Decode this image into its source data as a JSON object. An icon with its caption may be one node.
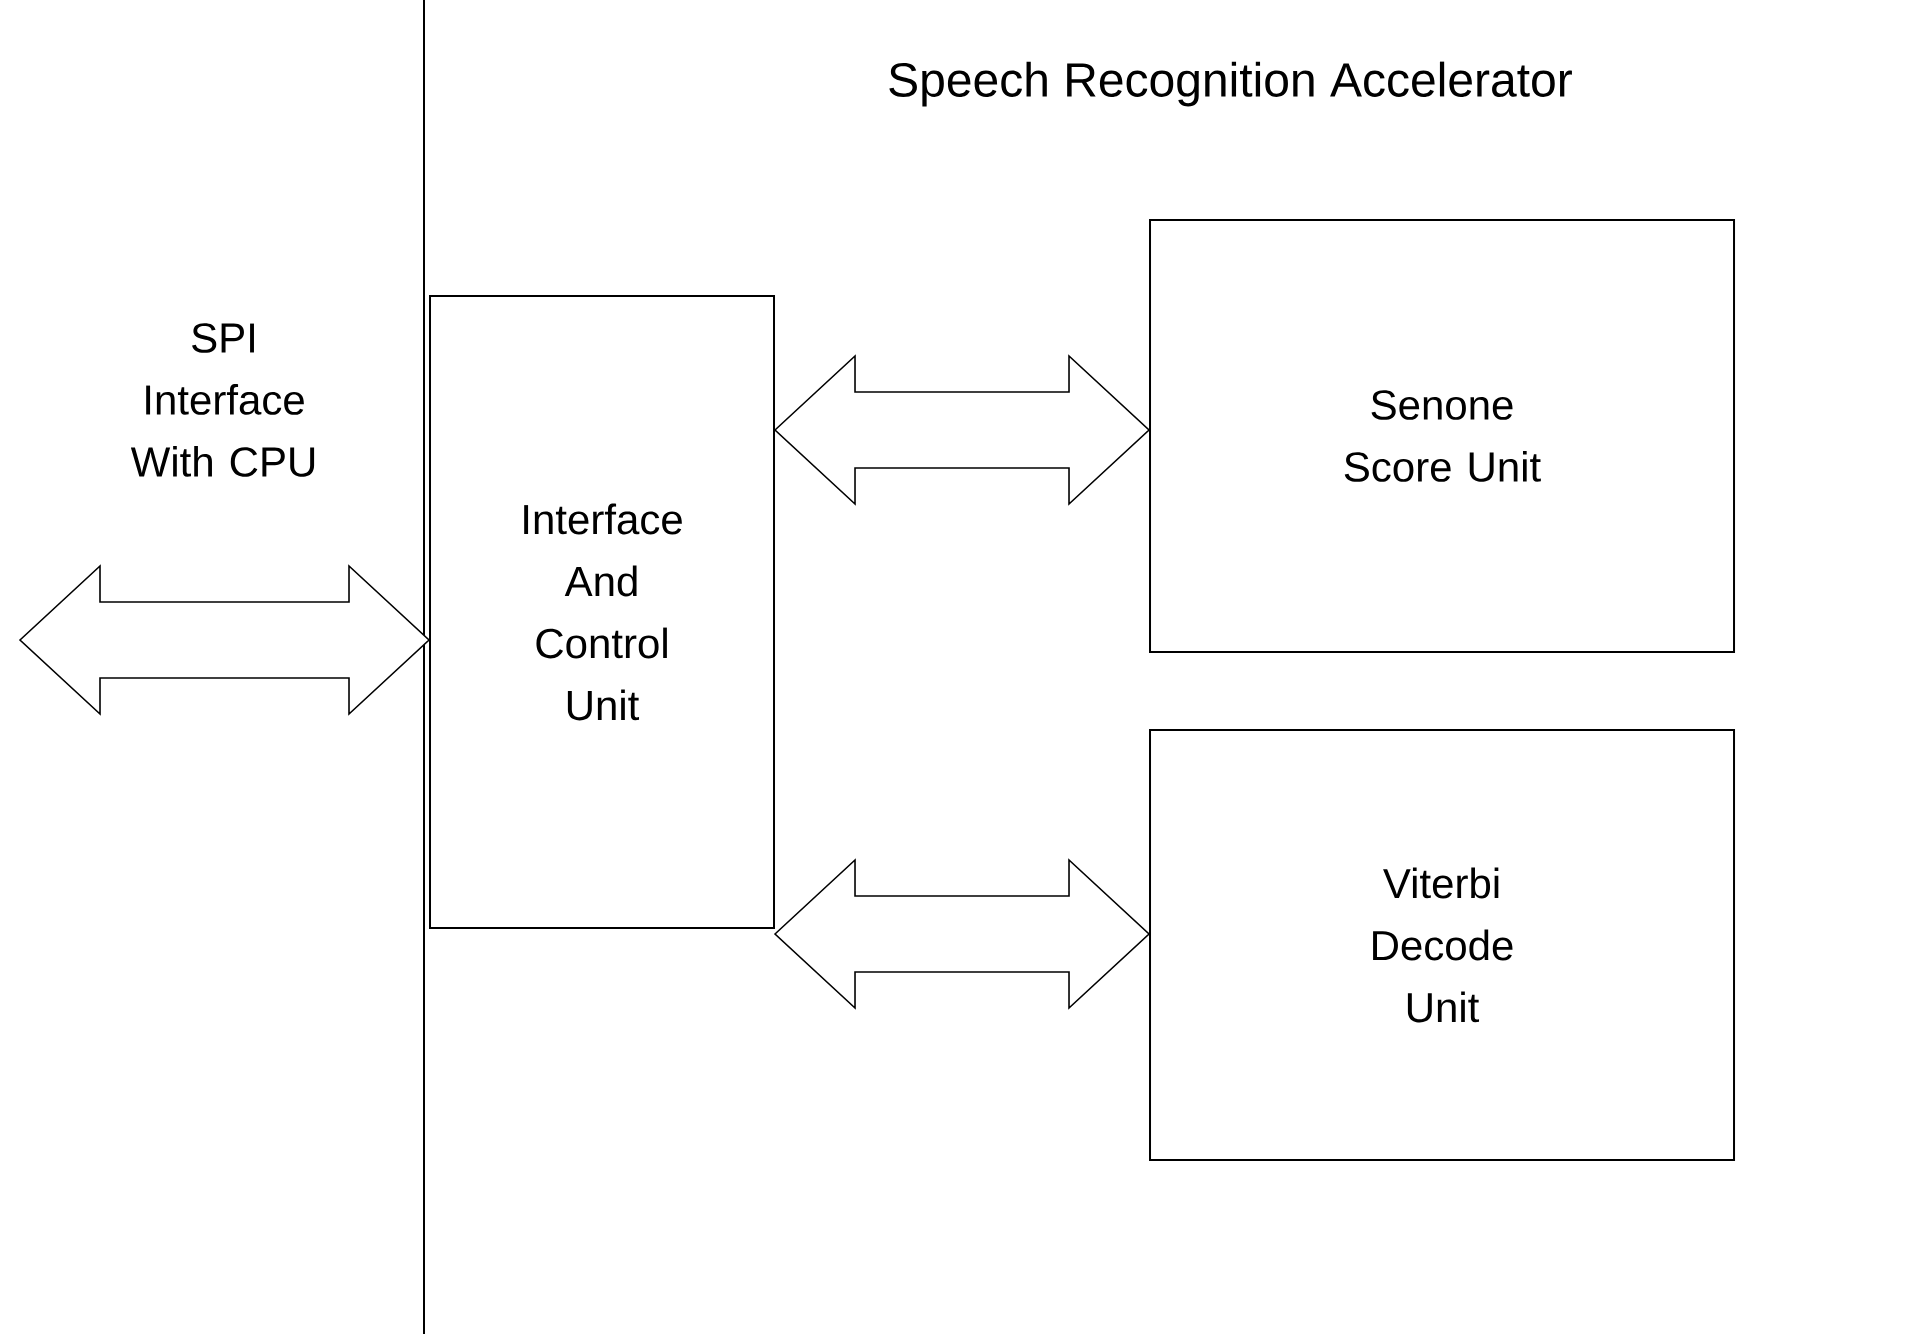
{
  "diagram": {
    "nodes": [
      {
        "text": [
          "Speech Recognition Accelerator"
        ]
      },
      {
        "text": [
          "Interface And Control Unit"
        ],
        "in": 0
      },
      {
        "text": [
          "Senone Score Unit"
        ],
        "in": 0
      },
      {
        "text": [
          "Viterbi Decode Unit"
        ],
        "in": 0
      }
    ],
    "edges": [
      {
        "from": null,
        "to": 1,
        "arrow": "both"
      },
      {
        "from": 1,
        "to": 2,
        "arrow": "both"
      },
      {
        "from": 1,
        "to": 3,
        "arrow": "both"
      }
    ],
    "labels": [
      "SPI Interface With CPU"
    ]
  }
}
